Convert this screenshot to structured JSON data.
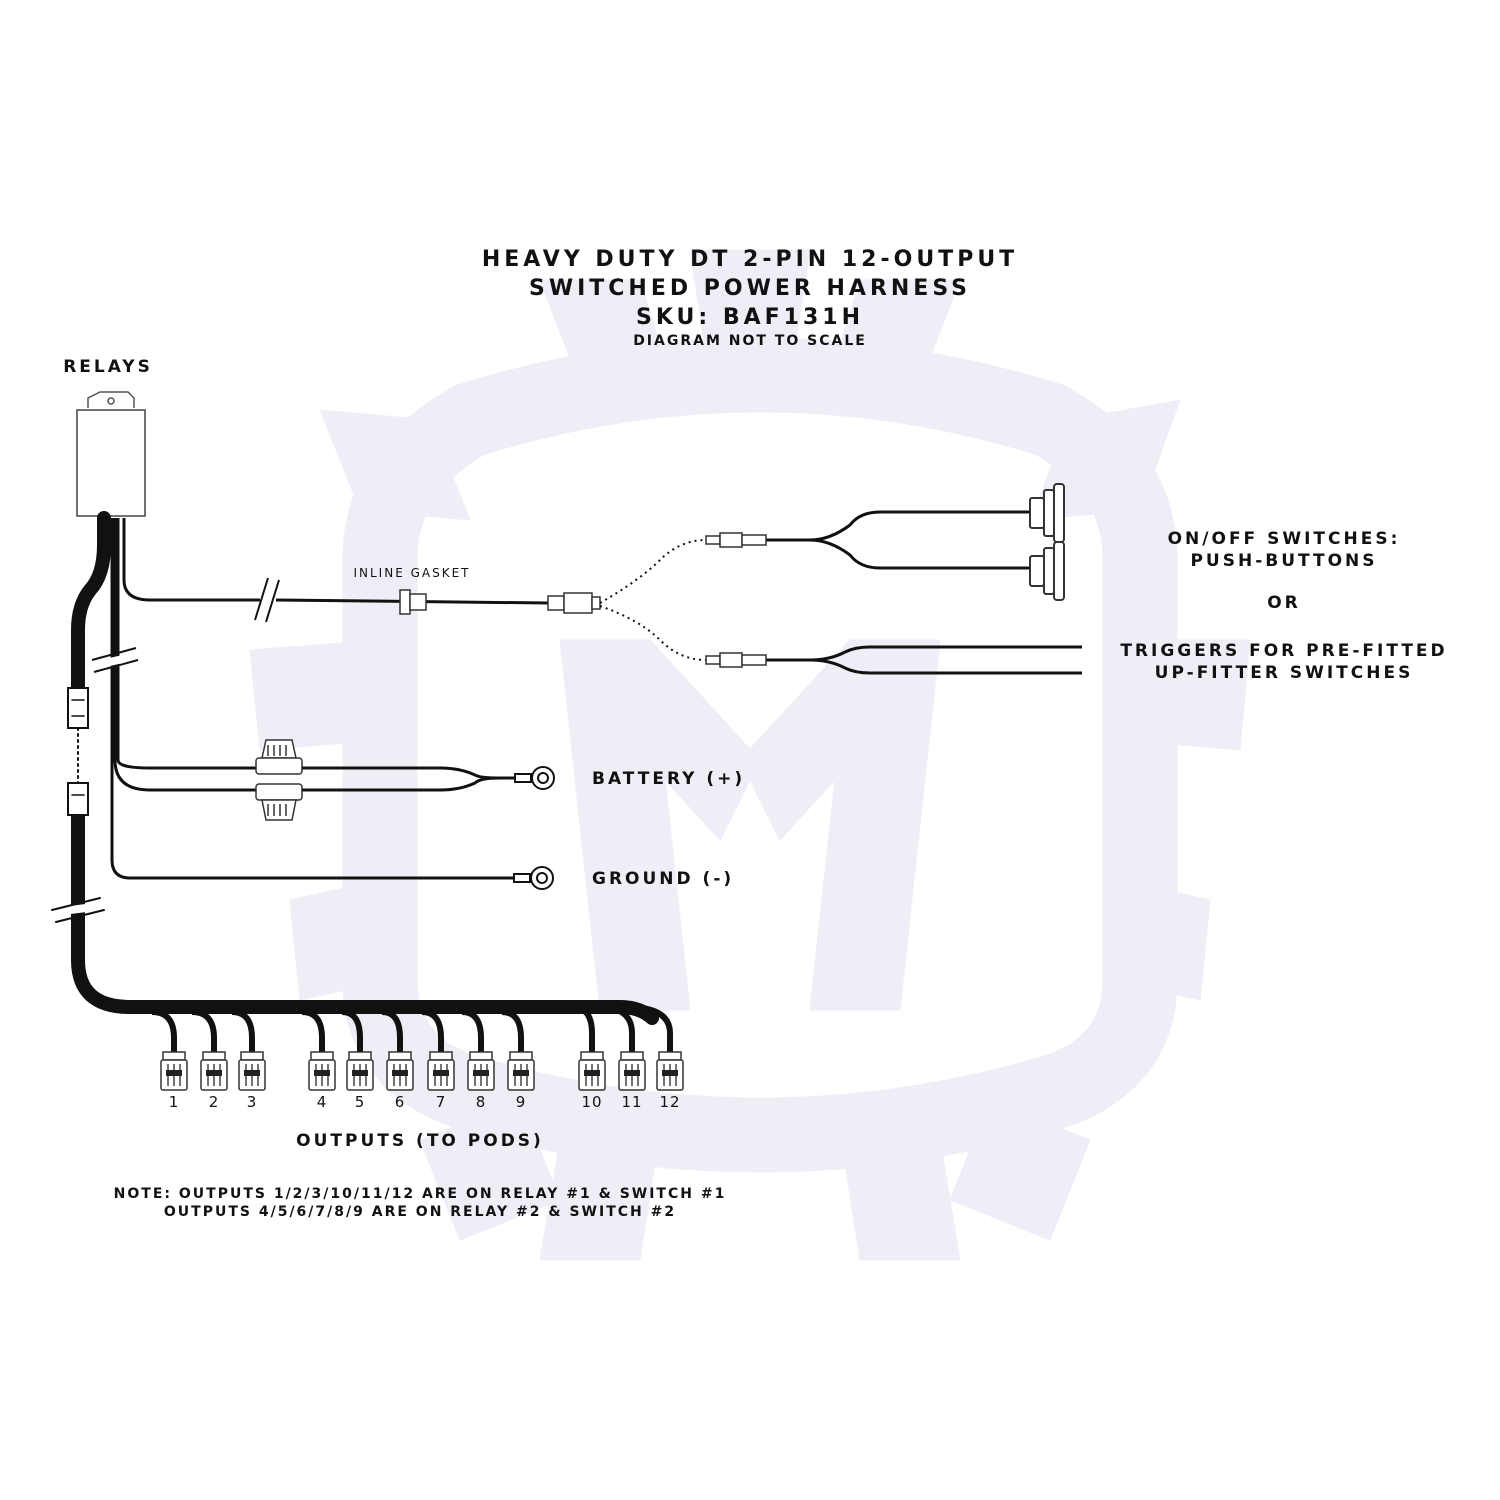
{
  "title": {
    "line1": "HEAVY DUTY DT 2-PIN 12-OUTPUT",
    "line2": "SWITCHED POWER HARNESS",
    "line3": "SKU: BAF131H",
    "line4": "DIAGRAM NOT TO SCALE"
  },
  "labels": {
    "relays": "RELAYS",
    "inline_gasket": "INLINE GASKET",
    "switches_line1": "ON/OFF SWITCHES:",
    "switches_line2": "PUSH-BUTTONS",
    "or": "OR",
    "triggers_line1": "TRIGGERS FOR PRE-FITTED",
    "triggers_line2": "UP-FITTER SWITCHES",
    "battery": "BATTERY (+)",
    "ground": "GROUND (-)",
    "outputs": "OUTPUTS (TO PODS)"
  },
  "outputs": [
    "1",
    "2",
    "3",
    "4",
    "5",
    "6",
    "7",
    "8",
    "9",
    "10",
    "11",
    "12"
  ],
  "note": {
    "line1": "NOTE: OUTPUTS 1/2/3/10/11/12 ARE ON RELAY #1 & SWITCH #1",
    "line2": "OUTPUTS 4/5/6/7/8/9 ARE ON RELAY #2 & SWITCH #2"
  },
  "colors": {
    "wire": "#111111",
    "watermark": "#efeef6",
    "background": "#ffffff"
  }
}
